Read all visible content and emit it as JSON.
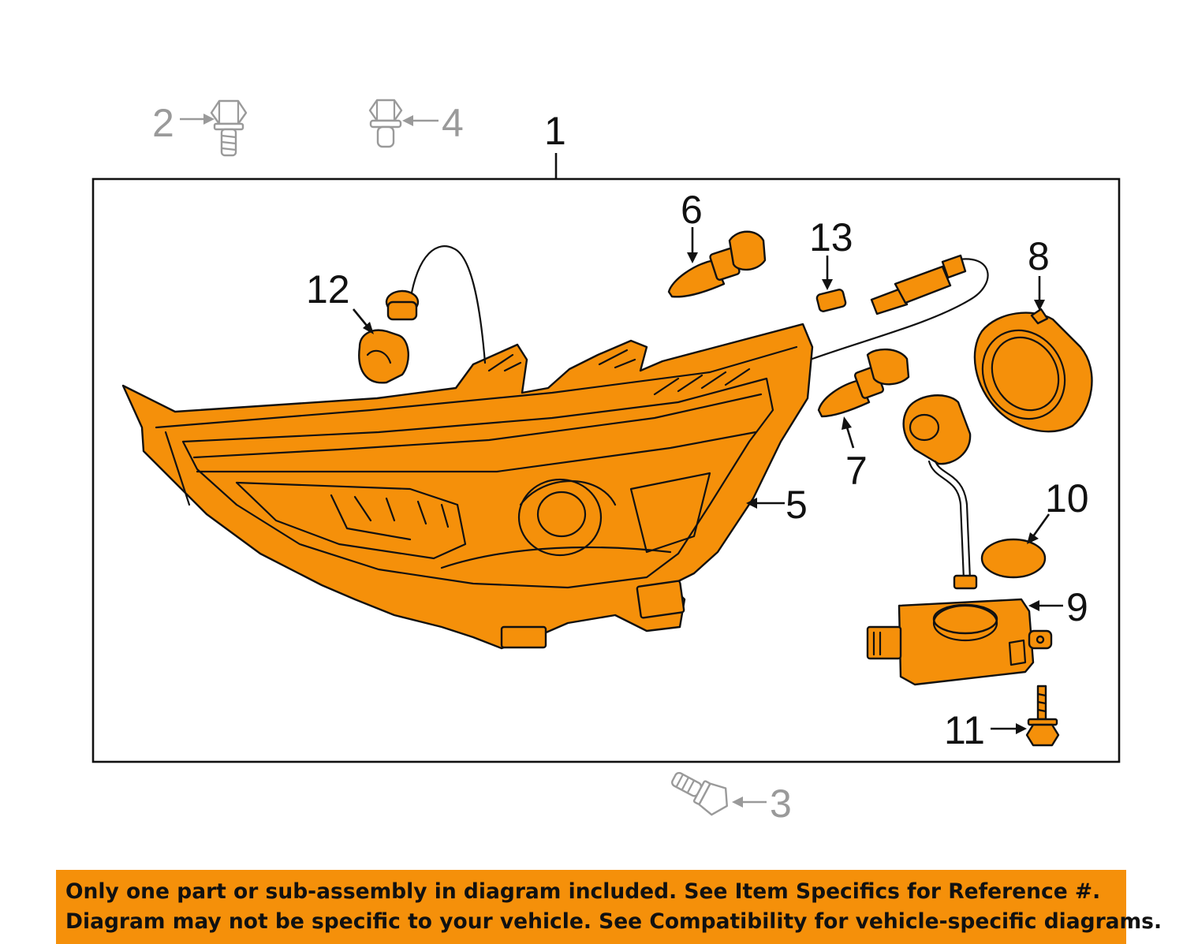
{
  "callouts": {
    "c1": "1",
    "c2": "2",
    "c3": "3",
    "c4": "4",
    "c5": "5",
    "c6": "6",
    "c7": "7",
    "c8": "8",
    "c9": "9",
    "c10": "10",
    "c11": "11",
    "c12": "12",
    "c13": "13"
  },
  "colors": {
    "highlight": "#f5900a",
    "outline": "#111111",
    "not_included": "#9a9a9a"
  },
  "banner": {
    "line1": "Only one part or sub-assembly in diagram included. See Item Specifics for Reference #.",
    "line2": "Diagram may not be specific to your vehicle. See Compatibility for vehicle-specific diagrams."
  }
}
